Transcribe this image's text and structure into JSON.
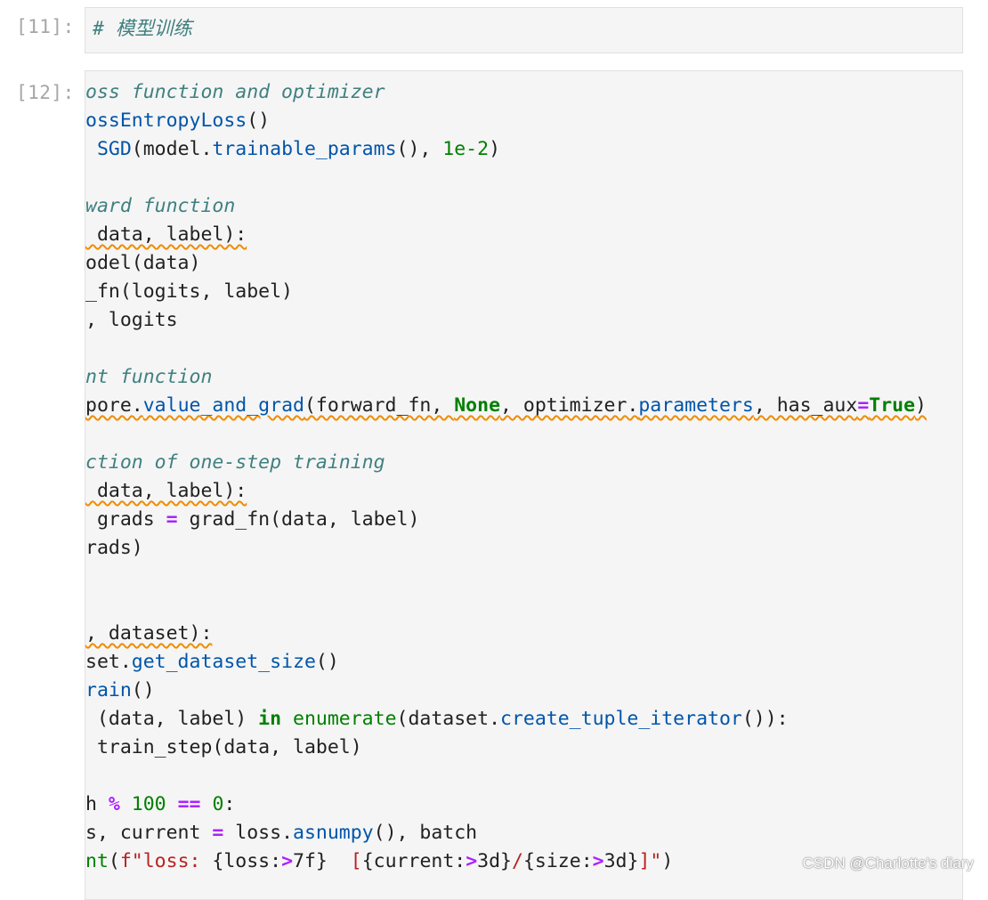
{
  "cells": [
    {
      "prompt": "[11]:",
      "comment": "# 模型训练"
    },
    {
      "prompt": "[12]:"
    }
  ],
  "code": {
    "l1": "oss function and optimizer",
    "l2a": "ossEntropyLoss",
    "l2b": "()",
    "l3a": "SGD",
    "l3b": "(model.",
    "l3c": "trainable_params",
    "l3d": "(), ",
    "l3e": "1e-2",
    "l3f": ")",
    "l5": "ward function",
    "l6": " data, label):",
    "l7": "odel(data)",
    "l8": "_fn(logits, label)",
    "l9": ", logits",
    "l11": "nt function",
    "l12a": "pore.",
    "l12b": "value_and_grad",
    "l12c": "(forward_fn, ",
    "l12d": "None",
    "l12e": ", optimizer.",
    "l12f": "parameters",
    "l12g": ", has_aux",
    "l12h": "=",
    "l12i": "True",
    "l12j": ")",
    "l14": "ction of one-step training",
    "l15": " data, label):",
    "l16a": " grads ",
    "l16b": "=",
    "l16c": " grad_fn(data, label)",
    "l17": "rads)",
    "l20": ", dataset):",
    "l21a": "set.",
    "l21b": "get_dataset_size",
    "l21c": "()",
    "l22a": "rain",
    "l22b": "()",
    "l23a": " (data, label) ",
    "l23b": "in",
    "l23c": " ",
    "l23d": "enumerate",
    "l23e": "(dataset.",
    "l23f": "create_tuple_iterator",
    "l23g": "()):",
    "l24": " train_step(data, label)",
    "l26a": "h ",
    "l26b": "%",
    "l26c": " ",
    "l26d": "100",
    "l26e": " ",
    "l26f": "==",
    "l26g": " ",
    "l26h": "0",
    "l26i": ":",
    "l27a": "s, current ",
    "l27b": "=",
    "l27c": " loss.",
    "l27d": "asnumpy",
    "l27e": "(), batch",
    "l28a": "nt",
    "l28b": "(",
    "l28c": "f\"loss: ",
    "l28d": "{loss:",
    "l28e": ">",
    "l28f": "7f}",
    "l28g": "  [",
    "l28h": "{current:",
    "l28i": ">",
    "l28j": "3d}",
    "l28k": "/",
    "l28l": "{size:",
    "l28m": ">",
    "l28n": "3d}",
    "l28o": "]\"",
    "l28p": ")"
  },
  "watermark": "CSDN @Charlotte's diary",
  "colors": {
    "comment": "#408080",
    "keyword": "#008000",
    "operator": "#aa22ff",
    "string": "#ba2121",
    "attribute": "#0055aa",
    "warning_underline": "#f08c00"
  }
}
